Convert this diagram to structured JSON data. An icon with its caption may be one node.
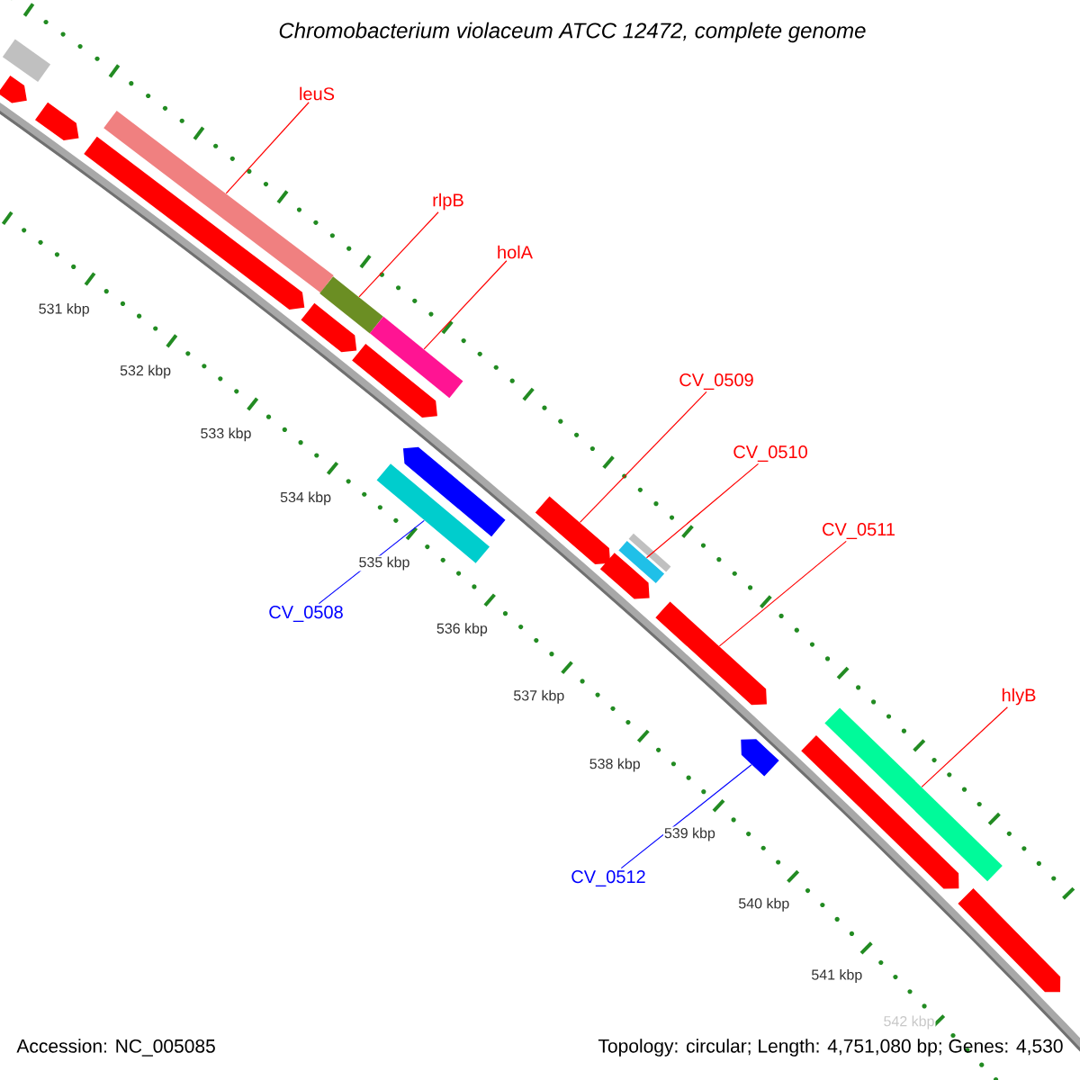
{
  "diagram": {
    "title": "Chromobacterium violaceum ATCC 12472, complete genome",
    "nodes": [
      {
        "text": [
          "leuS"
        ]
      },
      {
        "text": [
          "rlpB"
        ]
      },
      {
        "text": [
          "holA"
        ]
      },
      {
        "text": [
          "CV_0509"
        ]
      },
      {
        "text": [
          "CV_0510"
        ]
      },
      {
        "text": [
          "CV_0511"
        ]
      },
      {
        "text": [
          "CV_0508"
        ]
      },
      {
        "text": [
          "hlyB"
        ]
      },
      {
        "text": [
          "CV_0512"
        ]
      },
      {
        "text": [],
        "shape": "bar"
      },
      {
        "text": [],
        "shape": "bar"
      },
      {
        "text": [],
        "shape": "bar"
      },
      {
        "text": [],
        "shape": "bar"
      },
      {
        "text": [],
        "shape": "bar"
      },
      {
        "text": [],
        "shape": "bar"
      },
      {
        "text": [],
        "shape": "bar"
      },
      {
        "text": [],
        "shape": "bar"
      },
      {
        "text": [],
        "shape": "bar"
      },
      {
        "text": [],
        "shape": "bar"
      },
      {
        "text": [],
        "shape": "bar"
      },
      {
        "text": [],
        "shape": "bar"
      },
      {
        "text": [],
        "shape": "bar"
      },
      {
        "text": [],
        "shape": "bar"
      },
      {
        "text": [],
        "shape": "bar"
      },
      {
        "text": [],
        "shape": "bar"
      },
      {
        "text": [],
        "shape": "bar"
      },
      {
        "text": [],
        "shape": "bar"
      },
      {
        "text": [],
        "shape": "bar"
      },
      {
        "text": [],
        "shape": "bar"
      }
    ],
    "edges": [
      {
        "from": 0,
        "to": 9,
        "arrow": "none"
      },
      {
        "from": 1,
        "to": 10,
        "arrow": "none"
      },
      {
        "from": 2,
        "to": 11,
        "arrow": "none"
      },
      {
        "from": 3,
        "to": 12,
        "arrow": "none"
      },
      {
        "from": 4,
        "to": 13,
        "arrow": "none"
      },
      {
        "from": 5,
        "to": 14,
        "arrow": "none"
      },
      {
        "from": 6,
        "to": 15,
        "arrow": "none",
        "color": "#0000ff"
      },
      {
        "from": 7,
        "to": 16,
        "arrow": "none"
      },
      {
        "from": 8,
        "to": 17,
        "arrow": "none",
        "color": "#0000ff"
      }
    ],
    "labels": [
      "531 kbp",
      "532 kbp",
      "533 kbp",
      "534 kbp",
      "535 kbp",
      "536 kbp",
      "537 kbp",
      "538 kbp",
      "539 kbp",
      "540 kbp",
      "541 kbp",
      "542 kbp",
      "Accession: NC_005085",
      "Topology: circular; Length: 4,751,080 bp; Genes: 4,530"
    ]
  }
}
